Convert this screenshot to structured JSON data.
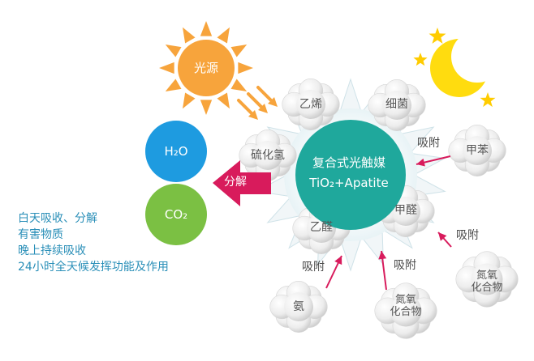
{
  "catalyst": {
    "title": "复合式光触媒",
    "subtitle": "TiO₂+Apatite"
  },
  "light_source": "光源",
  "products": {
    "water": "H₂O",
    "co2": "CO₂"
  },
  "decompose_label": "分解",
  "adsorb_label": "吸附",
  "pollutants": {
    "ethylene": "乙烯",
    "bacteria": "细菌",
    "hydrogen_sulfide": "硫化氢",
    "toluene": "甲苯",
    "formaldehyde": "甲醛",
    "acetaldehyde": "乙醛",
    "ammonia": "氨",
    "nox_bottom": "氮氧\n化合物",
    "nox_right": "氮氧\n化合物"
  },
  "description": [
    "白天吸收、分解",
    "有害物质",
    "晚上持续吸收",
    "24小时全天候发挥功能及作用"
  ],
  "colors": {
    "sun": "#f7a43c",
    "sun_text": "#ffffff",
    "catalyst": "#1fa89c",
    "water": "#1e9be0",
    "co2": "#7bc043",
    "arrow": "#d81b5c",
    "moon": "#ffdc0f",
    "star": "#ffcc00",
    "description_text": "#2a8fb8",
    "light_rays": "#f7a43c"
  },
  "icons": [
    "sun-icon",
    "moon-icon",
    "star-icon"
  ]
}
